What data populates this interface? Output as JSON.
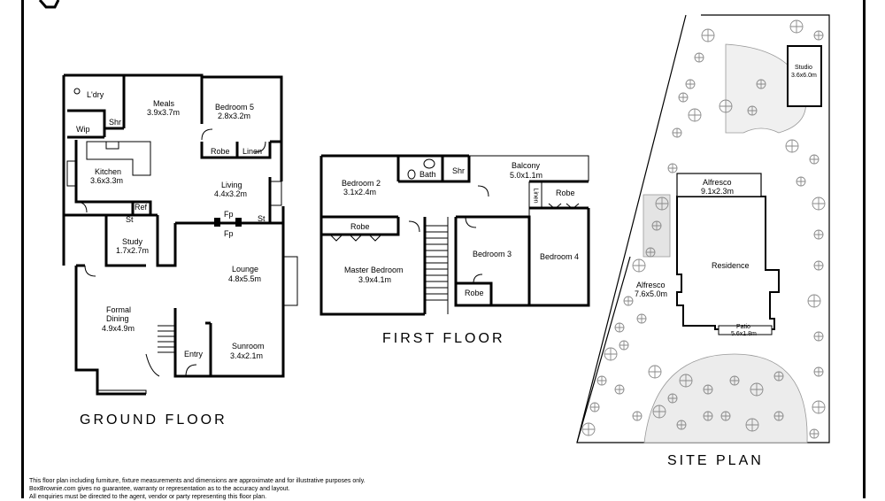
{
  "ground_floor": {
    "title": "GROUND FLOOR",
    "rooms": {
      "ldry": "L'dry",
      "meals": "Meals",
      "meals_size": "3.9x3.7m",
      "bed5": "Bedroom 5",
      "bed5_size": "2.8x3.2m",
      "shr": "Shr",
      "wip": "Wip",
      "robe": "Robe",
      "linen": "Linen",
      "kitchen": "Kitchen",
      "kitchen_size": "3.6x3.3m",
      "living": "Living",
      "living_size": "4.4x3.2m",
      "ref": "Ref",
      "st1": "St",
      "st2": "St",
      "fp1": "Fp",
      "fp2": "Fp",
      "study": "Study",
      "study_size": "1.7x2.7m",
      "lounge": "Lounge",
      "lounge_size": "4.8x5.5m",
      "formal": "Formal",
      "dining": "Dining",
      "formal_size": "4.9x4.9m",
      "entry": "Entry",
      "sunroom": "Sunroom",
      "sunroom_size": "3.4x2.1m"
    }
  },
  "first_floor": {
    "title": "FIRST FLOOR",
    "rooms": {
      "bed2": "Bedroom 2",
      "bed2_size": "3.1x2.4m",
      "bath": "Bath",
      "shr": "Shr",
      "balcony": "Balcony",
      "balcony_size": "5.0x1.1m",
      "linen": "Linen",
      "robe_b4": "Robe",
      "robe_master": "Robe",
      "master": "Master Bedroom",
      "master_size": "3.9x4.1m",
      "bed3": "Bedroom 3",
      "robe_b3": "Robe",
      "bed4": "Bedroom 4"
    }
  },
  "site_plan": {
    "title": "SITE PLAN",
    "studio": "Studio",
    "studio_size": "3.6x6.0m",
    "alfresco1": "Alfresco",
    "alfresco1_size": "9.1x2.3m",
    "residence": "Residence",
    "alfresco2": "Alfresco",
    "alfresco2_size": "7.6x5.0m",
    "patio": "Patio",
    "patio_size": "5.6x1.8m"
  },
  "disclaimer": {
    "line1": "This floor plan including furniture, fixture measurements and dimensions are approximate and for illustrative purposes only.",
    "line2": "BoxBrownie.com gives no guarantee, warranty or representation as to the accuracy and layout.",
    "line3": "All enquiries must be directed to the agent, vendor or party representing this floor plan."
  },
  "colors": {
    "wall": "#000000",
    "tree": "#8a8a8a",
    "paving": "#d8d8d8"
  }
}
